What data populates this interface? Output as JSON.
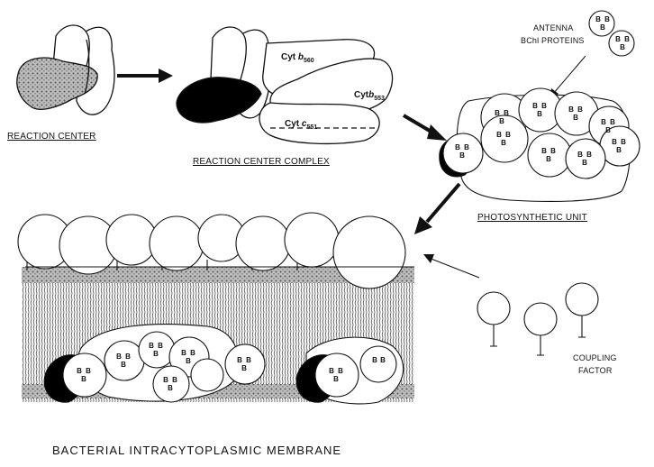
{
  "labels": {
    "reaction_center": "REACTION CENTER",
    "reaction_center_complex": "REACTION CENTER COMPLEX",
    "antenna_line1": "ANTENNA",
    "antenna_line2": "BChl PROTEINS",
    "photosynthetic_unit": "PHOTOSYNTHETIC UNIT",
    "coupling_line1": "COUPLING",
    "coupling_line2": "FACTOR",
    "membrane_caption": "BACTERIAL INTRACYTOPLASMIC MEMBRANE"
  },
  "cytochromes": {
    "cyt_b560": "Cyt b 560",
    "cyt_b553": "Cyt b 553",
    "cyt_c551": "Cyt c 551"
  },
  "antenna_glyph": "B",
  "colors": {
    "ink": "#111111",
    "paper": "#ffffff",
    "shade": "#9a9a9a"
  }
}
